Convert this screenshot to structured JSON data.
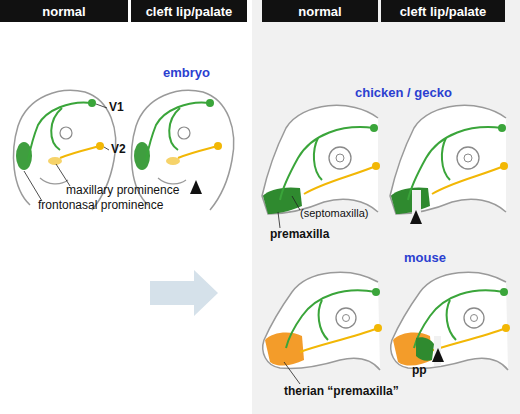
{
  "diagram": {
    "nodes": [
      {
        "text": [
          "normal"
        ]
      },
      {
        "text": [
          "cleft lip/palate"
        ]
      },
      {
        "text": [
          "normal"
        ]
      },
      {
        "text": [
          "cleft lip/palate"
        ]
      }
    ],
    "labels": [
      "embryo",
      "V1",
      "V2",
      "maxillary prominence",
      "frontonasal prominence",
      "chicken / gecko",
      "(septomaxilla)",
      "premaxilla",
      "mouse",
      "pp",
      "therian “premaxilla”"
    ]
  }
}
